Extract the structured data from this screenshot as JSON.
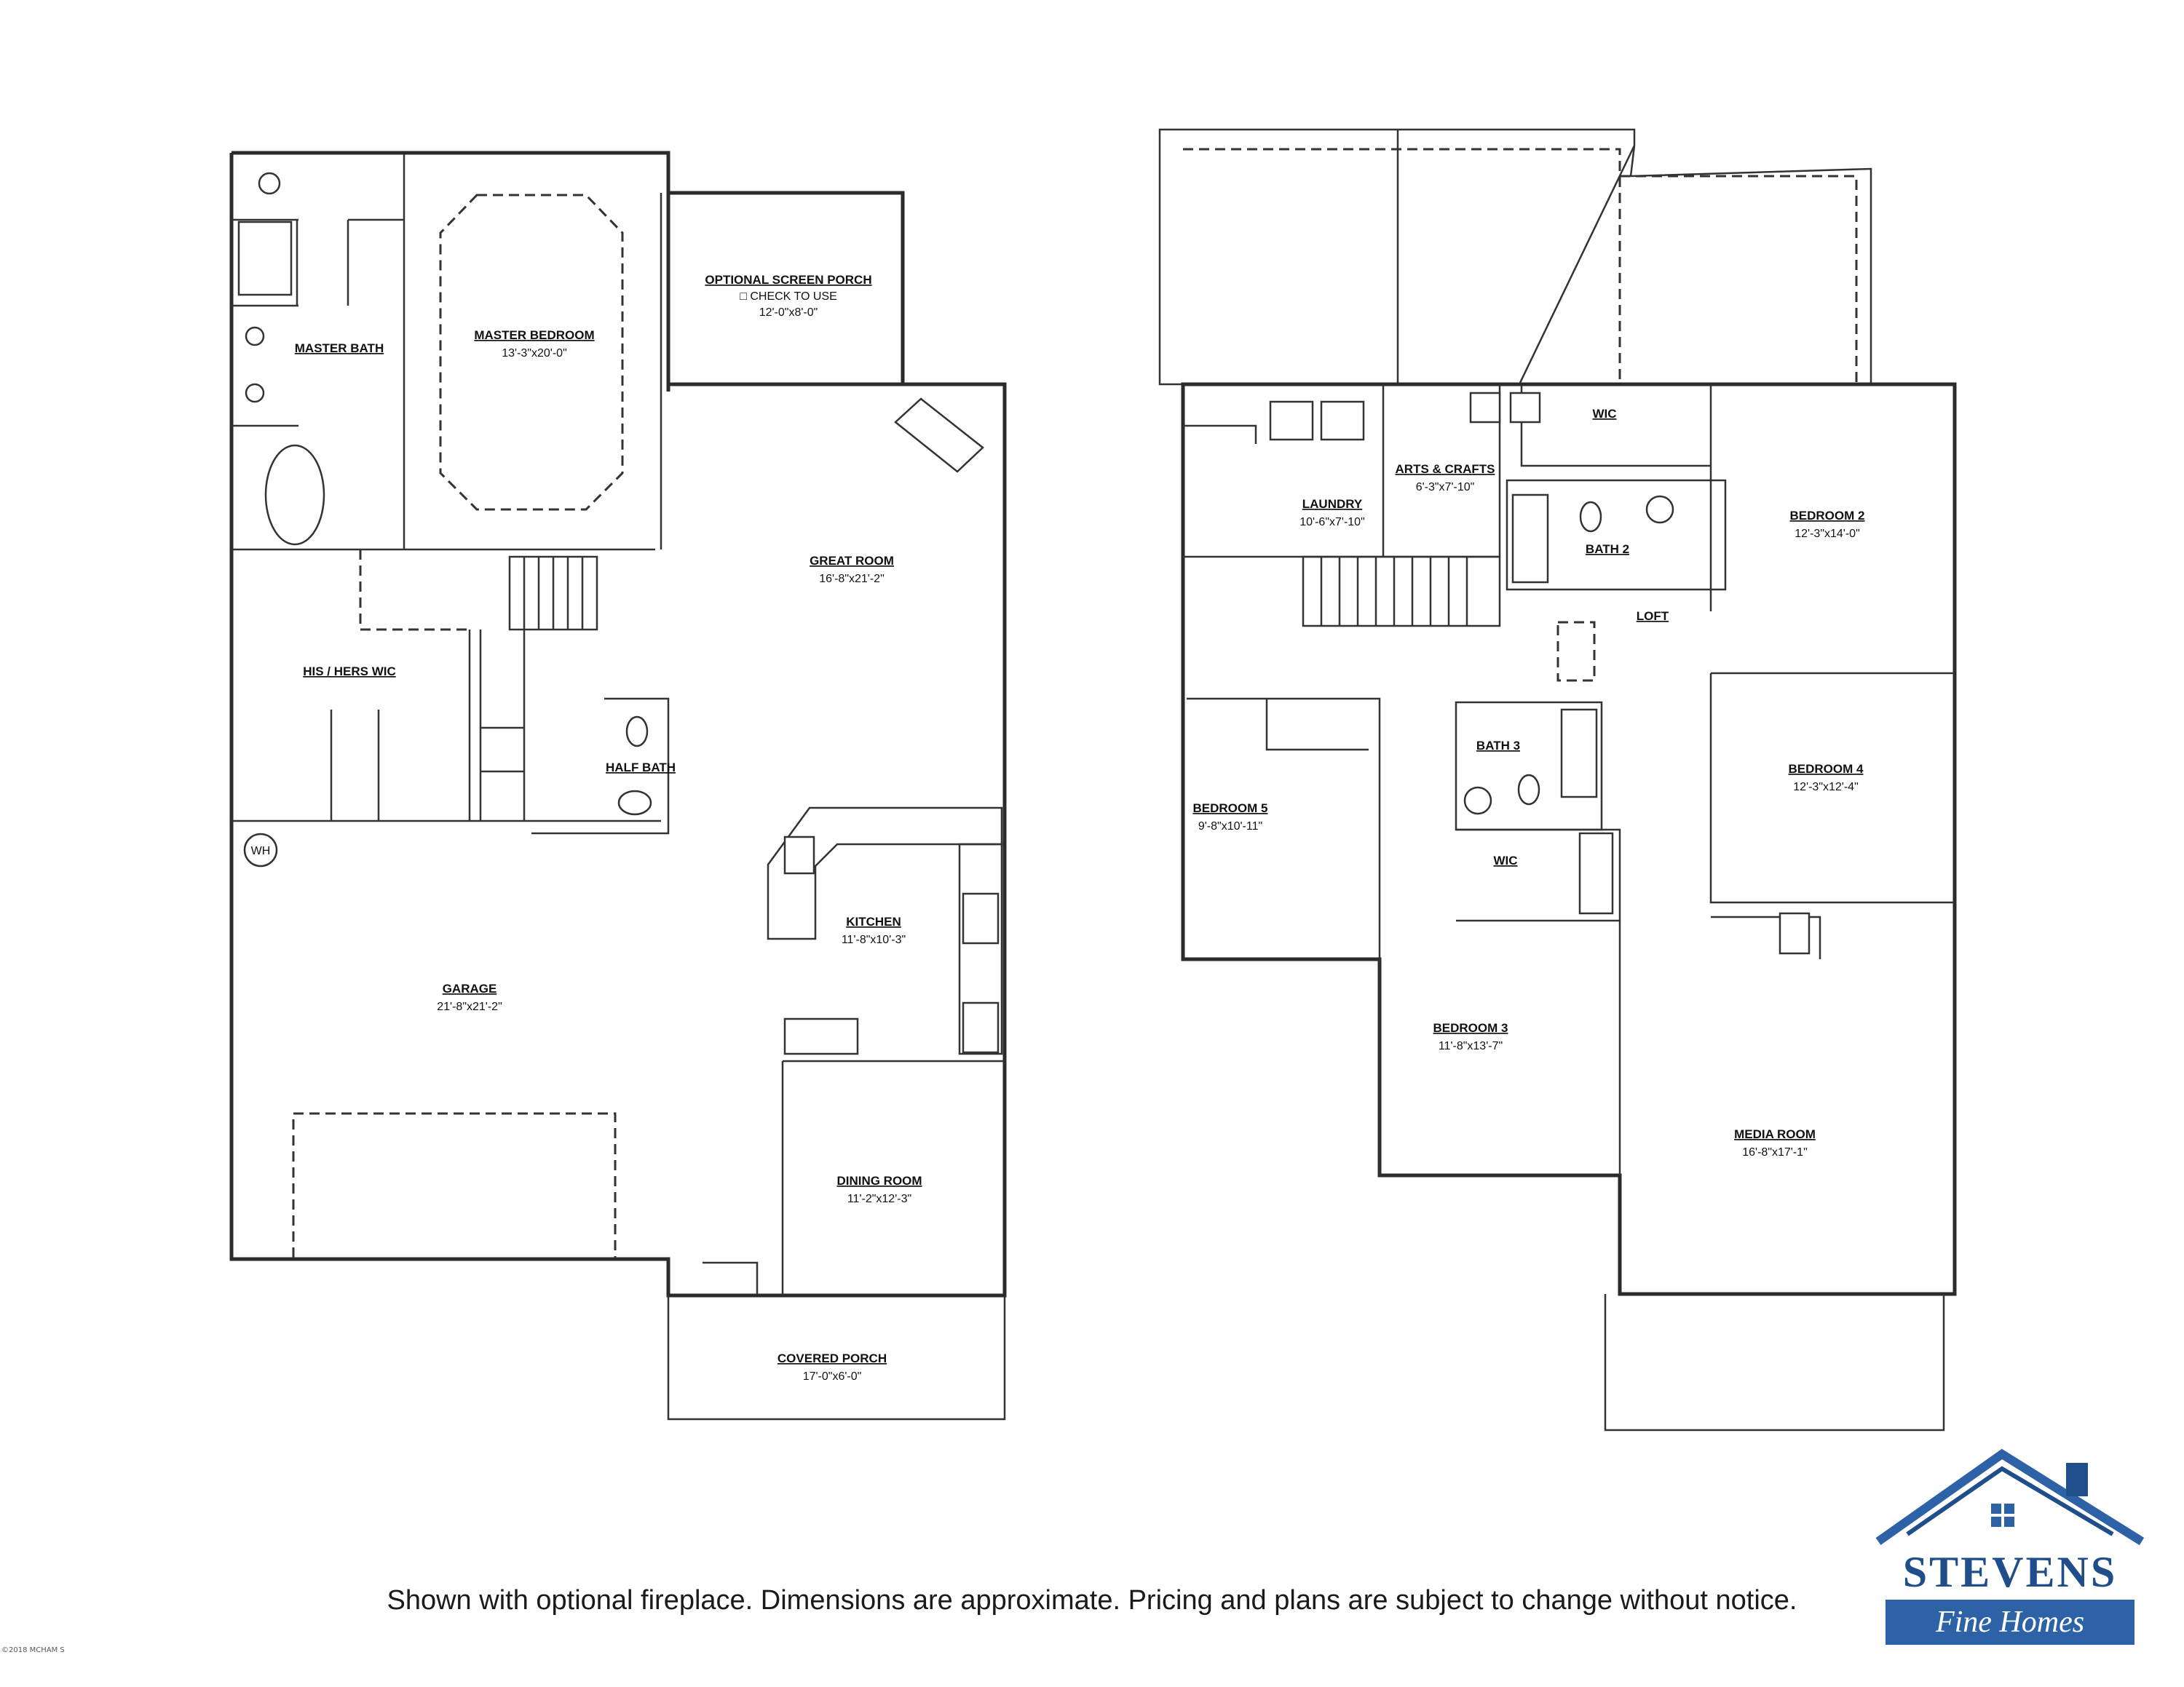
{
  "first_floor": {
    "rooms": [
      {
        "id": "master-bath",
        "name": "MASTER BATH",
        "dim": ""
      },
      {
        "id": "master-bedroom",
        "name": "MASTER BEDROOM",
        "dim": "13'-3\"x20'-0\""
      },
      {
        "id": "screen-porch",
        "name": "OPTIONAL SCREEN PORCH",
        "dim": "12'-0\"x8'-0\"",
        "note": "CHECK TO USE"
      },
      {
        "id": "great-room",
        "name": "GREAT ROOM",
        "dim": "16'-8\"x21'-2\""
      },
      {
        "id": "his-hers-wic",
        "name": "HIS / HERS WIC",
        "dim": ""
      },
      {
        "id": "half-bath",
        "name": "HALF BATH",
        "dim": ""
      },
      {
        "id": "kitchen",
        "name": "KITCHEN",
        "dim": "11'-8\"x10'-3\""
      },
      {
        "id": "garage",
        "name": "GARAGE",
        "dim": "21'-8\"x21'-2\""
      },
      {
        "id": "dining-room",
        "name": "DINING ROOM",
        "dim": "11'-2\"x12'-3\""
      },
      {
        "id": "covered-porch",
        "name": "COVERED PORCH",
        "dim": "17'-0\"x6'-0\""
      }
    ],
    "water_heater_label": "WH"
  },
  "second_floor": {
    "rooms": [
      {
        "id": "wic-top",
        "name": "WIC",
        "dim": ""
      },
      {
        "id": "arts-crafts",
        "name": "ARTS & CRAFTS",
        "dim": "6'-3\"x7'-10\""
      },
      {
        "id": "laundry",
        "name": "LAUNDRY",
        "dim": "10'-6\"x7'-10\""
      },
      {
        "id": "bedroom-2",
        "name": "BEDROOM 2",
        "dim": "12'-3\"x14'-0\""
      },
      {
        "id": "bath-2",
        "name": "BATH 2",
        "dim": ""
      },
      {
        "id": "loft",
        "name": "LOFT",
        "dim": ""
      },
      {
        "id": "bath-3",
        "name": "BATH 3",
        "dim": ""
      },
      {
        "id": "bedroom-4",
        "name": "BEDROOM 4",
        "dim": "12'-3\"x12'-4\""
      },
      {
        "id": "bedroom-5",
        "name": "BEDROOM 5",
        "dim": "9'-8\"x10'-11\""
      },
      {
        "id": "wic-bath3",
        "name": "WIC",
        "dim": ""
      },
      {
        "id": "bedroom-3",
        "name": "BEDROOM 3",
        "dim": "11'-8\"x13'-7\""
      },
      {
        "id": "media-room",
        "name": "MEDIA ROOM",
        "dim": "16'-8\"x17'-1\""
      }
    ]
  },
  "disclaimer": "Shown with optional fireplace. Dimensions are approximate. Pricing and plans are subject to change without notice.",
  "copyright": "©2018 MCHAM S",
  "logo": {
    "name": "STEVENS",
    "subtitle": "Fine Homes",
    "primary_color": "#1f4e8a",
    "accent_color": "#2e62a7"
  }
}
